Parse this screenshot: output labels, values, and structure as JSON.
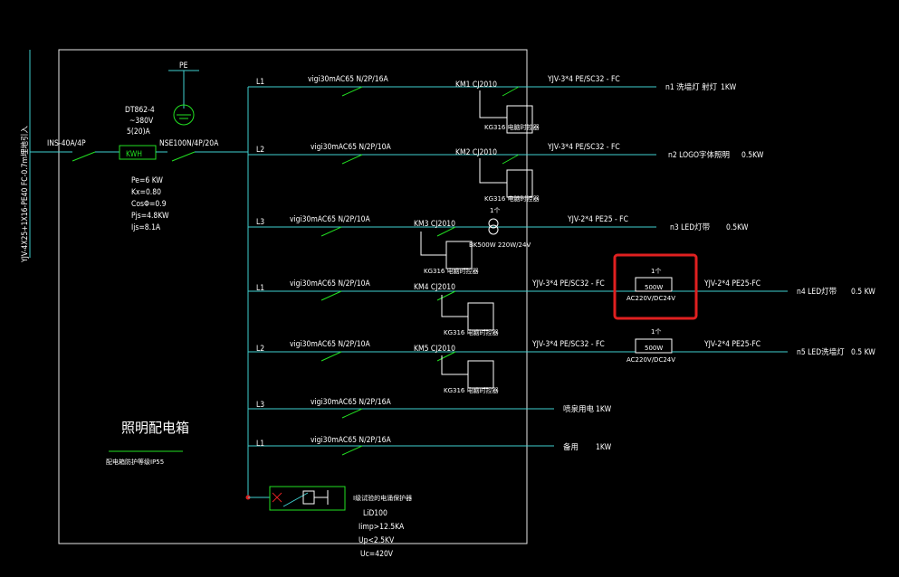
{
  "incoming": {
    "cable": "YJV-4X25+1X16-PE40 FC-0.7m埋地引入",
    "main_switch": "INS-40A/4P",
    "meter_model": "DT862-4",
    "meter_voltage": "~380V",
    "meter_current": "5(20)A",
    "meter_label": "KWH",
    "breaker": "NSE100N/4P/20A",
    "pe": "PE"
  },
  "load_calc": [
    "Pe=6 KW",
    "Kx=0.80",
    "CosΦ=0.9",
    "Pjs=4.8KW",
    "Ijs=8.1A"
  ],
  "box": {
    "title": "照明配电箱",
    "subtitle": "配电箱防护等级IP55"
  },
  "circuits": [
    {
      "phase": "L1",
      "breaker": "vigi30mAC65 N/2P/16A",
      "contactor": "KM1 CJ2010",
      "controller": "KG316 电脑时控器",
      "cable": "YJV-3*4 PE/SC32 - FC",
      "load": "n1 洗墙灯 射灯",
      "power": "1KW"
    },
    {
      "phase": "L2",
      "breaker": "vigi30mAC65 N/2P/10A",
      "contactor": "KM2 CJ2010",
      "controller": "KG316 电脑时控器",
      "cable": "YJV-3*4 PE/SC32 - FC",
      "load": "n2 LOGO字体照明",
      "power": "0.5KW"
    },
    {
      "phase": "L3",
      "breaker": "vigi30mAC65 N/2P/10A",
      "contactor": "KM3 CJ2010",
      "controller": "KG316 电脑时控器",
      "transformer": "BK500W 220W/24V",
      "tf_label": "1个",
      "cable": "YJV-2*4 PE25 - FC",
      "load": "n3 LED灯带",
      "power": "0.5KW"
    },
    {
      "phase": "L1",
      "breaker": "vigi30mAC65 N/2P/10A",
      "contactor": "KM4 CJ2010",
      "controller": "KG316 电脑时控器",
      "cable": "YJV-3*4 PE/SC32 - FC",
      "psu_count": "1个",
      "psu_rating": "500W",
      "psu_voltage": "AC220V/DC24V",
      "out_cable": "YJV-2*4 PE25-FC",
      "load": "n4 LED灯带",
      "power": "0.5 KW"
    },
    {
      "phase": "L2",
      "breaker": "vigi30mAC65 N/2P/10A",
      "contactor": "KM5 CJ2010",
      "controller": "KG316 电脑时控器",
      "cable": "YJV-3*4 PE/SC32 - FC",
      "psu_count": "1个",
      "psu_rating": "500W",
      "psu_voltage": "AC220V/DC24V",
      "out_cable": "YJV-2*4 PE25-FC",
      "load": "n5 LED洗墙灯",
      "power": "0.5 KW"
    },
    {
      "phase": "L3",
      "breaker": "vigi30mAC65 N/2P/16A",
      "load": "喷泉用电",
      "power": "1KW"
    },
    {
      "phase": "L1",
      "breaker": "vigi30mAC65 N/2P/16A",
      "load": "备用",
      "power": "1KW"
    }
  ],
  "spd": {
    "title": "I级试验的电涌保护器",
    "model": "LiD100",
    "limp": "Iimp>12.5KA",
    "up": "Up<2.5KV",
    "uc": "Uc=420V"
  },
  "highlight_color": "#e02020"
}
